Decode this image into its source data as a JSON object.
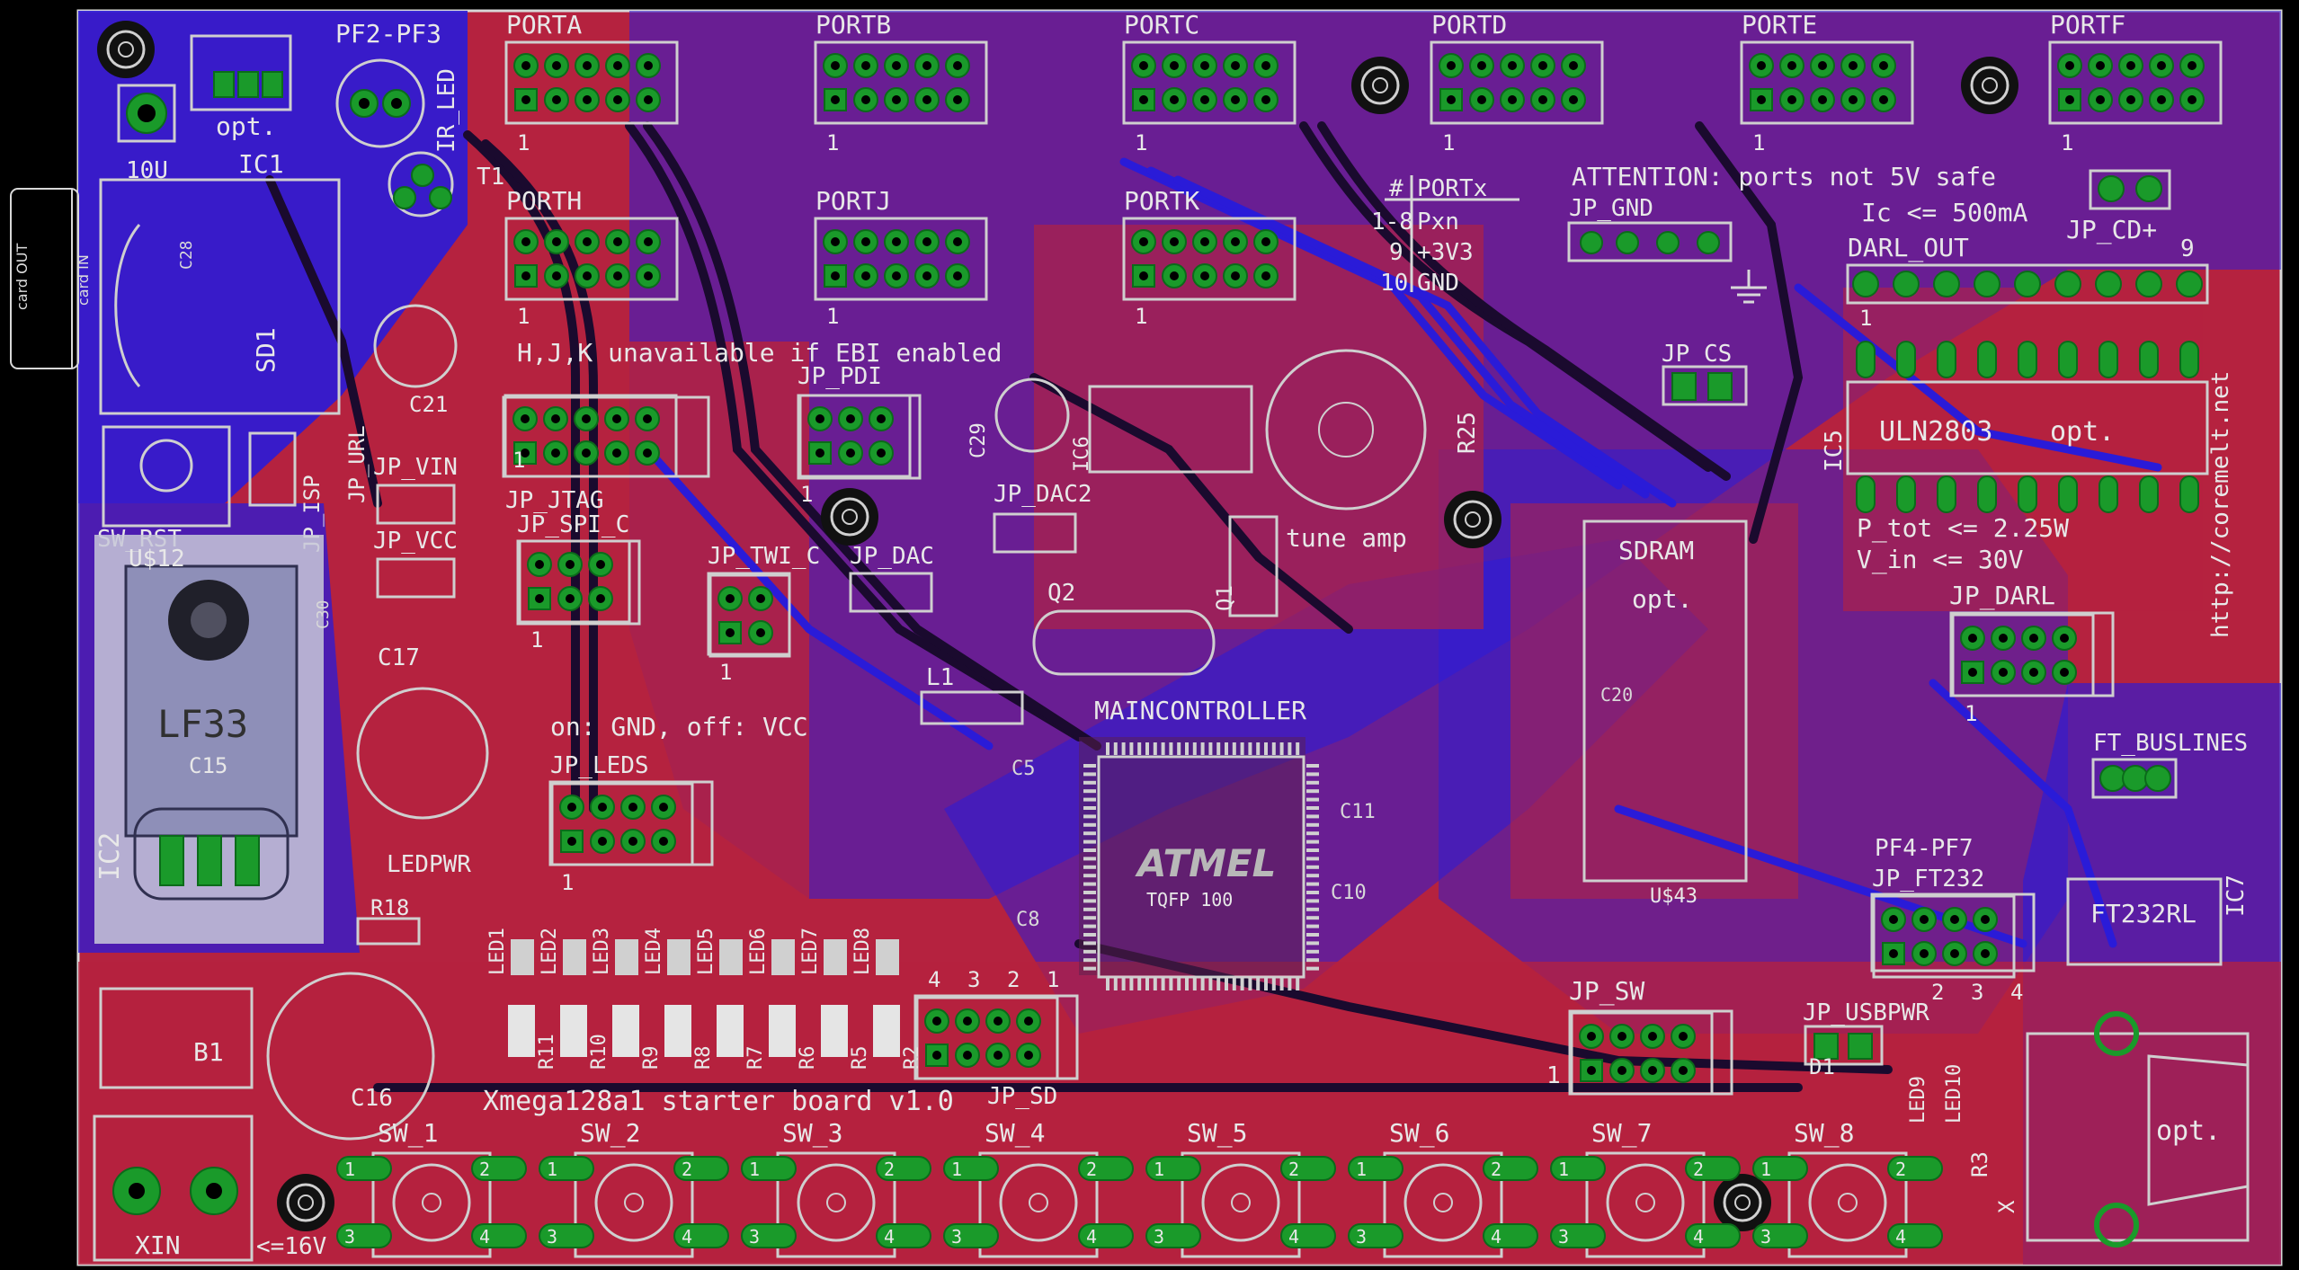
{
  "board": {
    "title": "Xmega128a1 starter board v1.0",
    "url": "http://coremelt.net",
    "colors": {
      "background": "#000000",
      "top_copper": "#b5223f",
      "bottom_copper": "#2a1bd8",
      "pad": "#1a9a2a",
      "silk": "#e0e0e0"
    }
  },
  "side_labels": {
    "card_out": "card OUT",
    "card_in": "card IN"
  },
  "ports": {
    "top_row": [
      "PORTA",
      "PORTB",
      "PORTC",
      "PORTD",
      "PORTE",
      "PORTF"
    ],
    "mid_row": [
      "PORTH",
      "PORTJ",
      "PORTK"
    ],
    "pin1": "1"
  },
  "notes": {
    "ebi": "H,J,K unavailable if EBI enabled",
    "attention": "ATTENTION: ports not 5V safe",
    "ic_limit": "Ic <= 500mA",
    "p_tot": "P_tot <= 2.25W",
    "v_in": "V_in <= 30V",
    "leds_note": "on: GND, off: VCC",
    "tune": "tune amp",
    "vin_max": "<=16V",
    "opt": "opt."
  },
  "port_table": {
    "header_left": "#",
    "header_right": "PORTx",
    "rows": [
      [
        "1-8",
        "Pxn"
      ],
      [
        "9",
        "+3V3"
      ],
      [
        "10",
        "GND"
      ]
    ]
  },
  "components": {
    "pf2_pf3": "PF2-PF3",
    "ir_led": "IR_LED",
    "t1": "T1",
    "ic1": "IC1",
    "opt_ic1": "opt.",
    "u10": "10U",
    "sd1": "SD1",
    "c21": "C21",
    "c28": "C28",
    "jp_url": "JP_URL",
    "jp_isp": "JP_ISP",
    "jp_vin": "JP_VIN",
    "jp_vcc": "JP_VCC",
    "sw_rst": "SW_RST",
    "u12": "U$12",
    "lf33": "LF33",
    "c15": "C15",
    "ic2": "IC2",
    "c17": "C17",
    "c30": "C30",
    "ledpwr": "LEDPWR",
    "r18": "R18",
    "b1": "B1",
    "c16": "C16",
    "xin": "XIN",
    "jp_jtag": "JP_JTAG",
    "jp_spi_c": "JP_SPI_C",
    "jp_pdi": "JP_PDI",
    "jp_twi_c": "JP_TWI_C",
    "jp_dac": "JP_DAC",
    "jp_dac2": "JP_DAC2",
    "jp_leds": "JP_LEDS",
    "jp_sd": "JP_SD",
    "jp_gnd": "JP_GND",
    "jp_cs": "JP_CS",
    "jp_cd": "JP_CD+",
    "darl_out": "DARL_OUT",
    "uln": "ULN2803",
    "ic5": "IC5",
    "jp_darl": "JP_DARL",
    "sdram": "SDRAM",
    "u43": "U$43",
    "ft_buslines": "FT_BUSLINES",
    "pf4_pf7": "PF4-PF7",
    "jp_ft232": "JP_FT232",
    "ft232rl": "FT232RL",
    "ic7": "IC7",
    "jp_usbpwr": "JP_USBPWR",
    "jp_sw": "JP_SW",
    "d1": "D1",
    "led9": "LED9",
    "led10": "LED10",
    "r3": "R3",
    "x": "X",
    "maincontroller": "MAINCONTROLLER",
    "atmel": "ATMEL",
    "tqfp": "TQFP 100",
    "l1": "L1",
    "q1": "Q1",
    "q2": "Q2",
    "c29": "C29",
    "r25": "R25",
    "ic6": "IC6",
    "c5": "C5",
    "c11": "C11",
    "c10": "C10",
    "c8": "C8",
    "c20": "C20",
    "nine": "9",
    "header_nums": [
      "4",
      "3",
      "2",
      "1"
    ],
    "ft_nums": [
      "2",
      "3",
      "4"
    ]
  },
  "leds": [
    "LED1",
    "LED2",
    "LED3",
    "LED4",
    "LED5",
    "LED6",
    "LED7",
    "LED8"
  ],
  "resistors": [
    "R11",
    "R10",
    "R9",
    "R8",
    "R7",
    "R6",
    "R5",
    "R2"
  ],
  "switches": [
    "SW_1",
    "SW_2",
    "SW_3",
    "SW_4",
    "SW_5",
    "SW_6",
    "SW_7",
    "SW_8"
  ],
  "switch_pins": [
    "1",
    "2",
    "3",
    "4"
  ]
}
